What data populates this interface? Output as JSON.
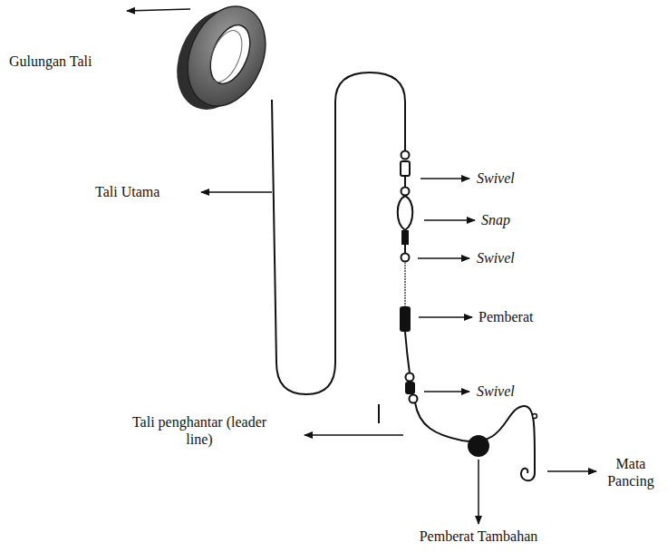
{
  "diagram": {
    "labels": [
      "Gulungan Tali",
      "Tali Utama",
      "Swivel",
      "Snap",
      "Swivel",
      "Pemberat",
      "Swivel",
      "Tali penghantar (leader line)",
      "Mata Pancing",
      "Pemberat Tambahan"
    ]
  }
}
